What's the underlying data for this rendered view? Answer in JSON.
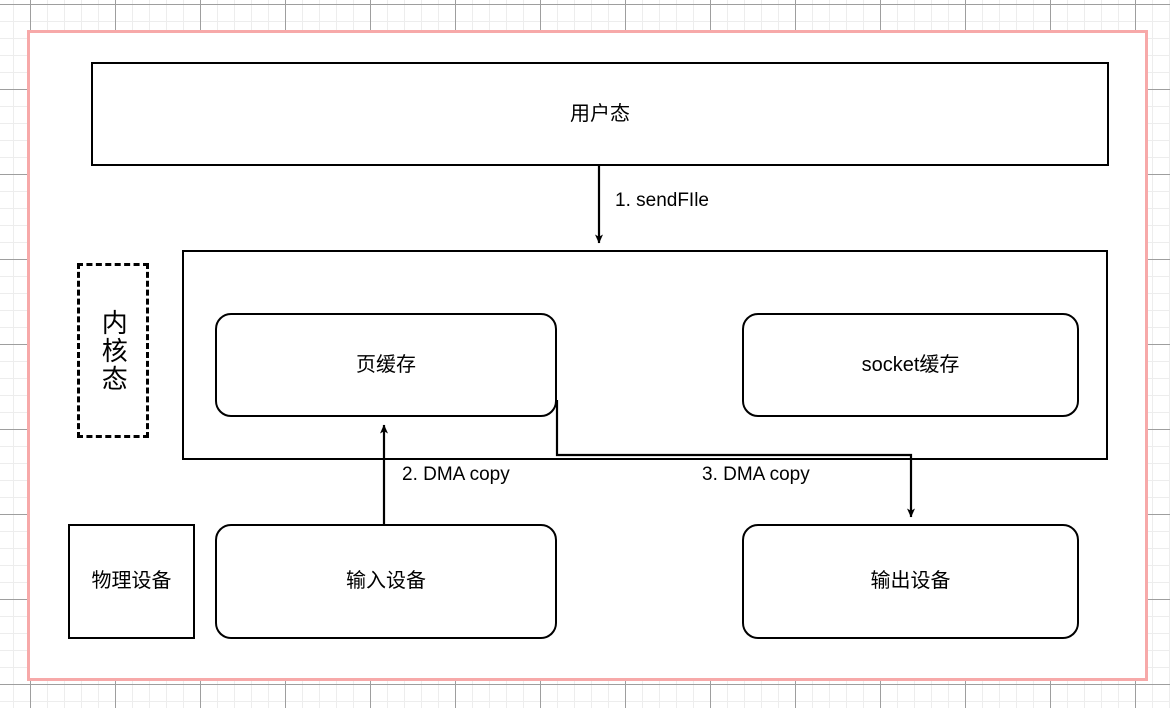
{
  "page": {
    "title": "sendFile zero-copy data flow",
    "border_color": "#f7a9a9",
    "grid_color": "#ededed",
    "grid_major_color": "#9e9e9e",
    "stroke_color": "#000000",
    "fill_color": "#ffffff"
  },
  "nodes": {
    "user_mode": {
      "label": "用户态"
    },
    "kernel_mode_tag": {
      "label": "内核态"
    },
    "kernel_container": {
      "label": ""
    },
    "page_cache": {
      "label": "页缓存"
    },
    "socket_buffer": {
      "label": "socket缓存"
    },
    "physical_device": {
      "label": "物理设备"
    },
    "input_device": {
      "label": "输入设备"
    },
    "output_device": {
      "label": "输出设备"
    }
  },
  "edges": [
    {
      "id": "edge-sendfile",
      "label": "1. sendFIle",
      "from": "user_mode",
      "to": "kernel_container",
      "direction": "down"
    },
    {
      "id": "edge-dma-copy-in",
      "label": "2. DMA copy",
      "from": "input_device",
      "to": "page_cache",
      "direction": "up"
    },
    {
      "id": "edge-dma-copy-out",
      "label": "3. DMA copy",
      "from": "page_cache",
      "to": "output_device",
      "direction": "down"
    }
  ]
}
